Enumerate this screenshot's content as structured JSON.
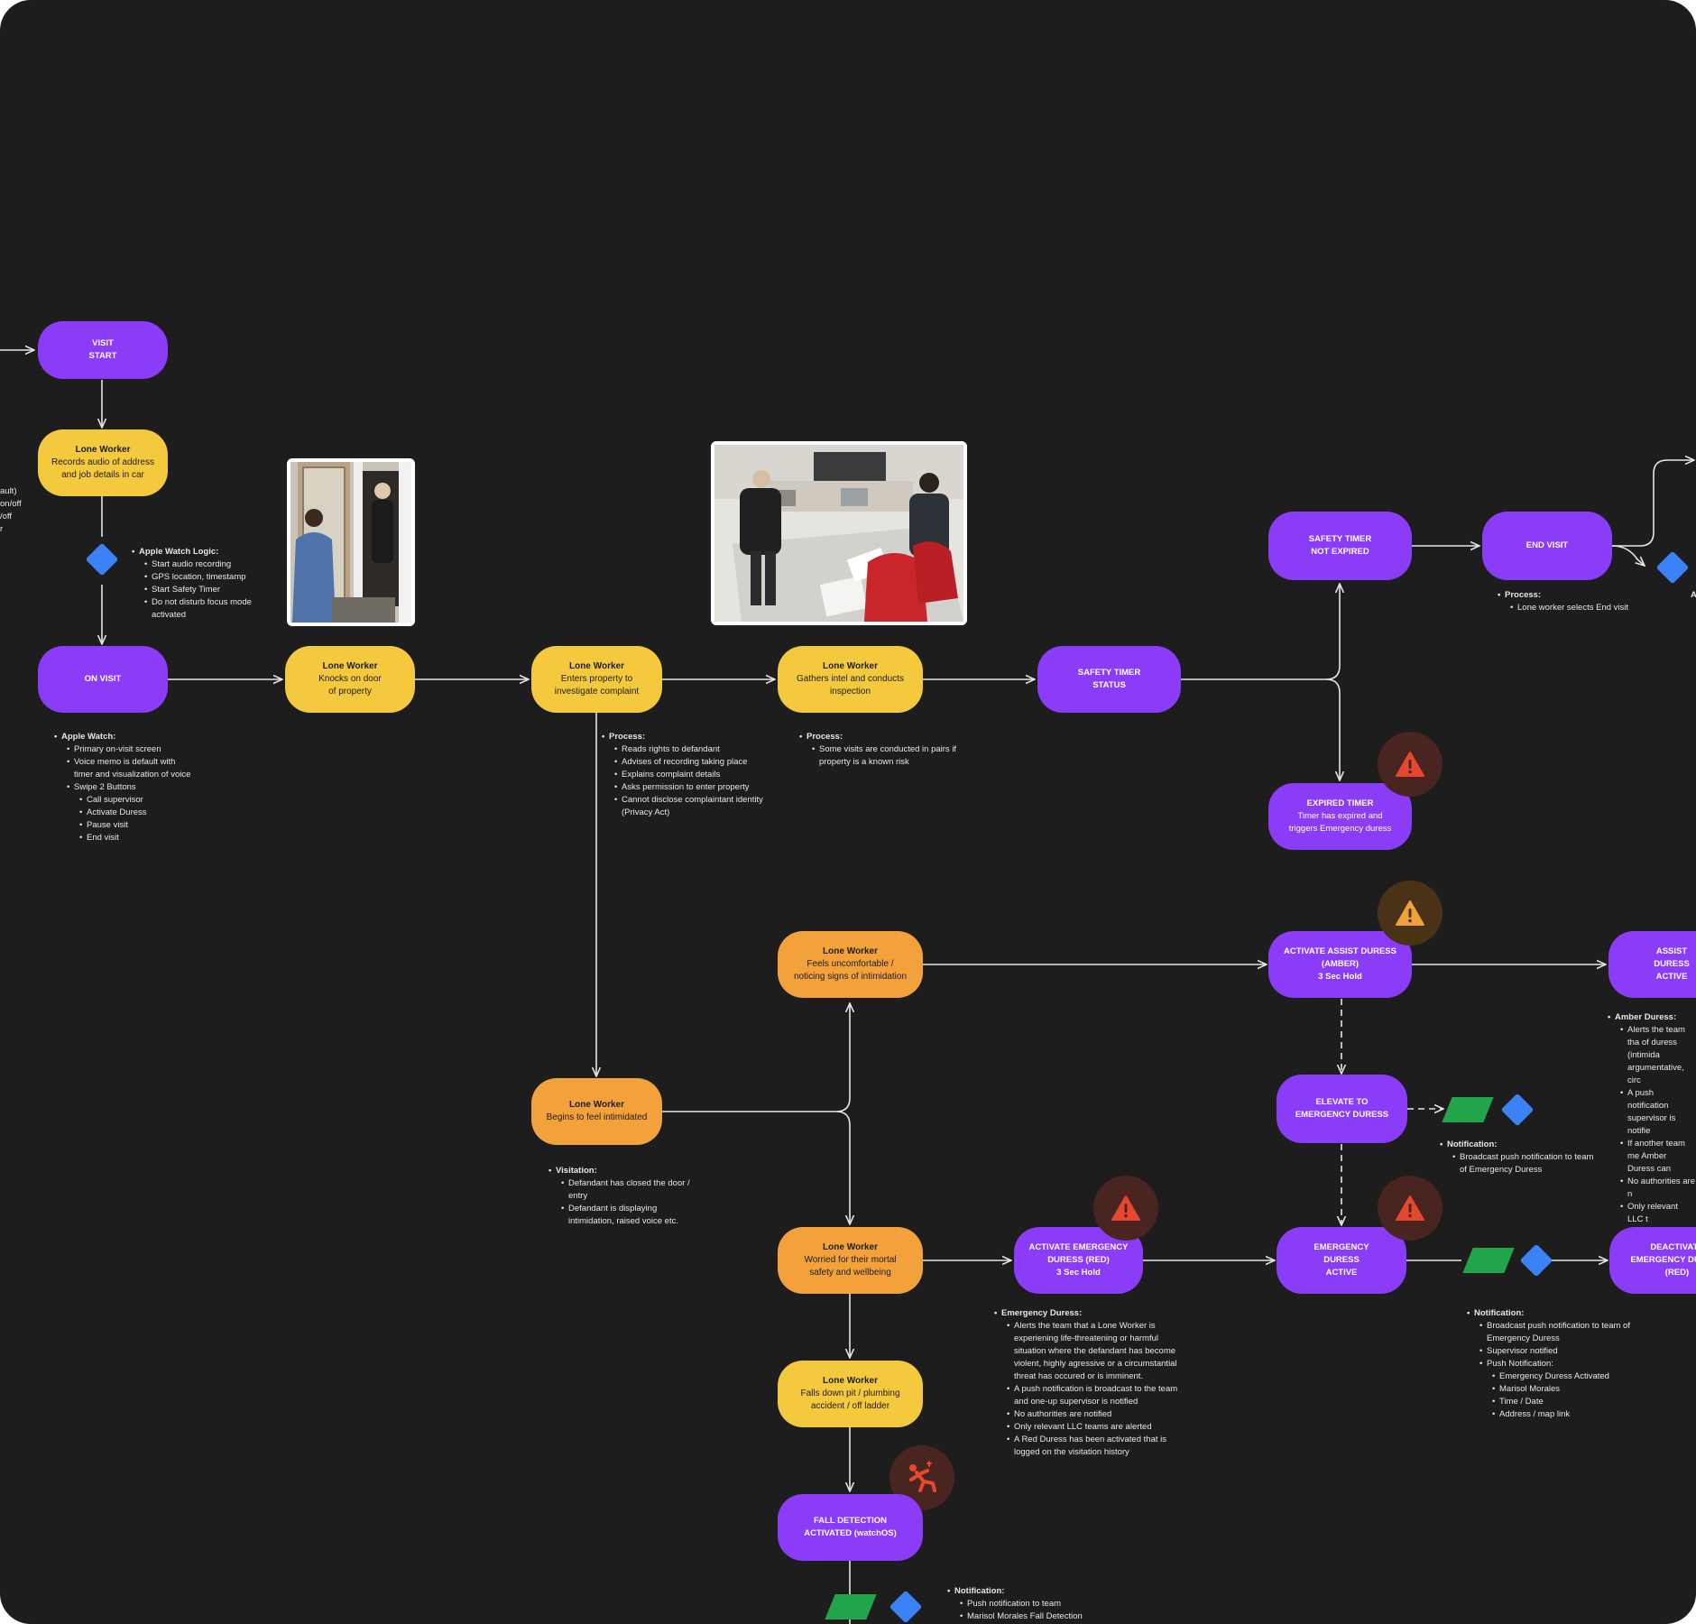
{
  "nodes": {
    "visit_start": [
      "VISIT",
      "START"
    ],
    "lone_record": {
      "title": "Lone Worker",
      "lines": [
        "Records audio of address",
        "and job details in car"
      ]
    },
    "on_visit": "ON VISIT",
    "lone_knock": {
      "title": "Lone Worker",
      "lines": [
        "Knocks on door",
        "of property"
      ]
    },
    "lone_enter": {
      "title": "Lone Worker",
      "lines": [
        "Enters property to",
        "investigate complaint"
      ]
    },
    "lone_gather": {
      "title": "Lone Worker",
      "lines": [
        "Gathers intel and conducts",
        "inspection"
      ]
    },
    "safety_status": [
      "SAFETY TIMER",
      "STATUS"
    ],
    "safety_not_expired": [
      "SAFETY TIMER",
      "NOT EXPIRED"
    ],
    "end_visit": "END VISIT",
    "expired_timer": {
      "title": "EXPIRED TIMER",
      "lines": [
        "Timer has expired and",
        "triggers Emergency duress"
      ]
    },
    "lone_uncomfortable": {
      "title": "Lone Worker",
      "lines": [
        "Feels uncomfortable /",
        "noticing signs of intimidation"
      ]
    },
    "activate_assist": [
      "ACTIVATE ASSIST DURESS",
      "(AMBER)",
      "3 Sec Hold"
    ],
    "assist_active": [
      "ASSIST",
      "DURESS",
      "ACTIVE"
    ],
    "elevate": [
      "ELEVATE TO",
      "EMERGENCY DURESS"
    ],
    "lone_intimidated": {
      "title": "Lone Worker",
      "lines": [
        "Begins to feel intimidated"
      ]
    },
    "lone_worried": {
      "title": "Lone Worker",
      "lines": [
        "Worried for their mortal",
        "safety and wellbeing"
      ]
    },
    "activate_emergency": [
      "ACTIVATE EMERGENCY",
      "DURESS (RED)",
      "3 Sec Hold"
    ],
    "emergency_active": [
      "EMERGENCY",
      "DURESS",
      "ACTIVE"
    ],
    "deactivate": [
      "DEACTIVATE",
      "EMERGENCY DURESS",
      "(RED)"
    ],
    "lone_falls": {
      "title": "Lone Worker",
      "lines": [
        "Falls down pit / plumbing",
        "accident / off ladder"
      ]
    },
    "fall_detection": [
      "FALL DETECTION",
      "ACTIVATED (watchOS)"
    ]
  },
  "notes": {
    "left_fragment": [
      "ault)",
      "on/off",
      "/off",
      "r"
    ],
    "apple_watch_logic": {
      "heading": "Apple Watch Logic:",
      "items": [
        "Start audio recording",
        "GPS location, timestamp",
        "Start Safety Timer",
        "Do not disturb focus mode activated"
      ]
    },
    "apple_watch": {
      "heading": "Apple Watch:",
      "items": [
        "Primary on-visit screen",
        "Voice memo is default with timer and visualization of voice",
        "Swipe 2 Buttons"
      ],
      "sub": [
        "Call supervisor",
        "Activate Duress",
        "Pause visit",
        "End visit"
      ]
    },
    "process_enter": {
      "heading": "Process:",
      "items": [
        "Reads rights to defandant",
        "Advises of recording taking place",
        "Explains complaint details",
        "Asks permission to enter property",
        "Cannot disclose complaintant identity (Privacy Act)"
      ]
    },
    "process_gather": {
      "heading": "Process:",
      "items": [
        "Some visits are conducted in pairs if property is a known risk"
      ]
    },
    "process_end": {
      "heading": "Process:",
      "items": [
        "Lone worker selects End visit"
      ]
    },
    "right_fragment_a": "A",
    "amber_duress": {
      "heading": "Amber Duress:",
      "items": [
        "Alerts the team tha of duress (intimida argumentative, circ",
        "A push notification supervisor is notifie",
        "If another team me Amber Duress can",
        "No authorities are n",
        "Only relevant LLC t"
      ]
    },
    "notification_elevate": {
      "heading": "Notification:",
      "items": [
        "Broadcast push notification to team of Emergency Duress"
      ]
    },
    "visitation": {
      "heading": "Visitation:",
      "items": [
        "Defandant has closed the door / entry",
        "Defandant is displaying intimidation, raised voice etc."
      ]
    },
    "emergency_duress": {
      "heading": "Emergency Duress:",
      "items": [
        "Alerts the team that a Lone Worker is experiening life-threatening or harmful situation where the defandant has become violent, highly agressive or a circumstantial threat has occured or is imminent.",
        "A push notification is broadcast to the team and one-up supervisor is notified",
        "No authorities are notified",
        "Only relevant LLC teams are alerted",
        "A Red Duress has been activated that is logged on the visitation history"
      ]
    },
    "notification_active": {
      "heading": "Notification:",
      "items": [
        "Broadcast push notification to team of Emergency Duress",
        "Supervisor notified",
        "Push Notification:"
      ],
      "sub": [
        "Emergency Duress Activated",
        "Marisol Morales",
        "Time / Date",
        "Address / map link"
      ]
    },
    "notification_fall": {
      "heading": "Notification:",
      "items": [
        "Push notification to team",
        "Marisol Morales Fall Detection"
      ]
    }
  },
  "colors": {
    "background": "#1d1d1e",
    "process_purple": "#8b3cf7",
    "lone_worker_yellow": "#f4c93d",
    "lone_worker_orange": "#f3a13b",
    "decision_blue": "#3b82f6",
    "data_green": "#22a44a",
    "alert_red": "#e5482f",
    "alert_amber": "#f0a23a"
  },
  "icons": {
    "warning": "warning-triangle-icon",
    "fall": "person-falling-icon",
    "decision": "diamond-decision-icon",
    "data": "parallelogram-data-icon"
  }
}
